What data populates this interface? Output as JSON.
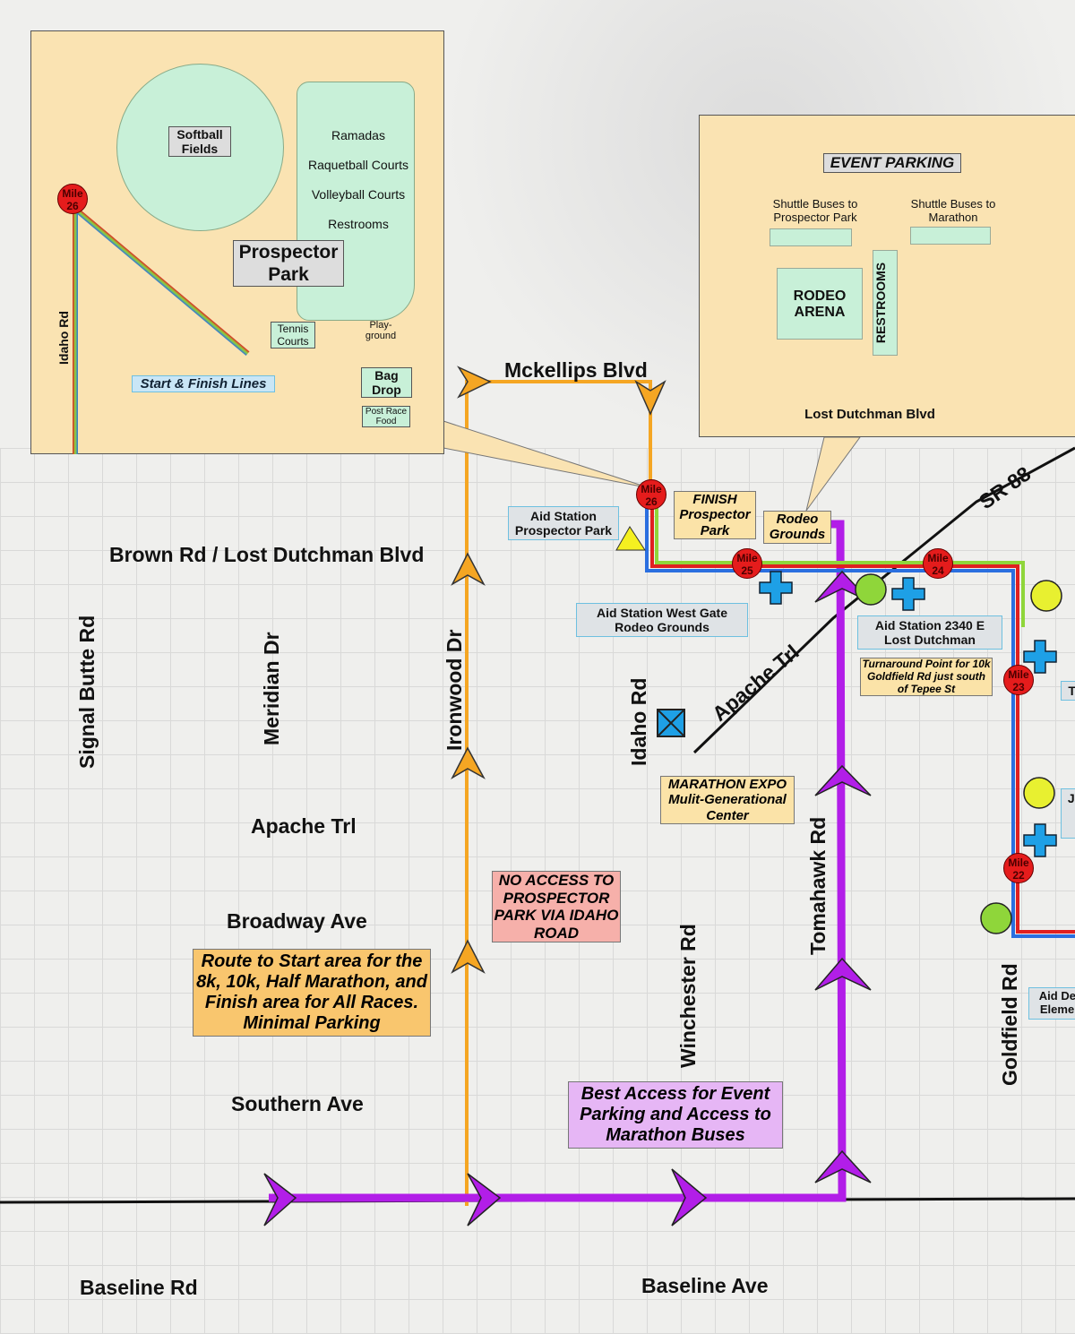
{
  "roads": {
    "mckellips": "Mckellips Blvd",
    "brown": "Brown Rd / Lost Dutchman Blvd",
    "apache_trl": "Apache Trl",
    "apache_trl_diag": "Apache Trl",
    "broadway": "Broadway Ave",
    "southern": "Southern Ave",
    "baseline_rd": "Baseline Rd",
    "baseline_ave": "Baseline Ave",
    "signal_butte": "Signal Butte Rd",
    "meridian": "Meridian Dr",
    "ironwood": "Ironwood Dr",
    "idaho": "Idaho Rd",
    "winchester": "Winchester Rd",
    "tomahawk": "Tomahawk Rd",
    "goldfield": "Goldfield Rd",
    "sr88": "SR 88"
  },
  "park_inset": {
    "softball": "Softball Fields",
    "ramadas": "Ramadas",
    "raquetball": "Raquetball Courts",
    "volleyball": "Volleyball Courts",
    "restrooms": "Restrooms",
    "title": "Prospector Park",
    "tennis": "Tennis Courts",
    "playground": "Play-ground",
    "bag_drop": "Bag Drop",
    "post_race": "Post Race Food",
    "start_finish": "Start & Finish Lines",
    "idaho_rd": "Idaho Rd",
    "mile": "Mile",
    "mile_num": "26"
  },
  "parking_inset": {
    "title": "EVENT PARKING",
    "shuttle_prospector": "Shuttle Buses to Prospector Park",
    "shuttle_marathon": "Shuttle Buses to Marathon",
    "rodeo_arena": "RODEO ARENA",
    "restrooms": "RESTROOMS",
    "lost_dutchman": "Lost Dutchman Blvd"
  },
  "callouts": {
    "finish": "FINISH Prospector Park",
    "rodeo_grounds": "Rodeo Grounds",
    "aid_prospector": "Aid Station Prospector Park",
    "aid_west_gate": "Aid Station West Gate Rodeo Grounds",
    "aid_lost_dutchman": "Aid Station 2340 E Lost Dutchman",
    "turnaround": "Turnaround Point for 10k Goldfield Rd just south of Tepee St",
    "expo": "MARATHON EXPO Mulit-Generational Center",
    "no_access": "NO ACCESS TO PROSPECTOR PARK VIA IDAHO ROAD",
    "route_to_start": "Route to Start area for the 8k, 10k, Half Marathon, and Finish area for All Races. Minimal Parking",
    "best_access": "Best Access for Event Parking and Access to Marathon Buses",
    "edge_te": "Te",
    "edge_ju": "Ju",
    "edge_aid": "Aid Des Elemen"
  },
  "miles": [
    {
      "label": "Mile",
      "num": "26"
    },
    {
      "label": "Mile",
      "num": "25"
    },
    {
      "label": "Mile",
      "num": "24"
    },
    {
      "label": "Mile",
      "num": "23"
    },
    {
      "label": "Mile",
      "num": "22"
    }
  ],
  "colors": {
    "orange_route": "#f5a623",
    "purple_route": "#b21ee8",
    "race_red": "#e02020",
    "race_blue": "#2a6fe0",
    "race_green": "#8fd63a",
    "aid_cross": "#1ea0e6",
    "inset_fill": "#fae3b2"
  }
}
